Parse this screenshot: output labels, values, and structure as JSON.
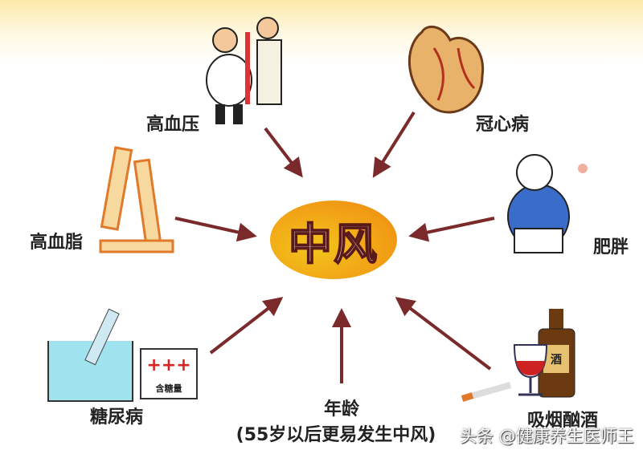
{
  "center": {
    "label": "中风",
    "color": "#f19a14"
  },
  "factors": [
    {
      "id": "hypertension",
      "label": "高血压"
    },
    {
      "id": "coronary",
      "label": "冠心病"
    },
    {
      "id": "hyperlipidemia",
      "label": "高血脂"
    },
    {
      "id": "obesity",
      "label": "肥胖"
    },
    {
      "id": "diabetes",
      "label": "糖尿病"
    },
    {
      "id": "age",
      "label": "年龄",
      "note": "(55岁以后更易发生中风)"
    },
    {
      "id": "smoking",
      "label": "吸烟酗酒"
    }
  ],
  "diabetes_card": {
    "mark": "+++",
    "caption": "含糖量"
  },
  "bottle_label": "酒",
  "arrow_color": "#7a2a2a",
  "watermark": "头条 @健康养生医师王"
}
